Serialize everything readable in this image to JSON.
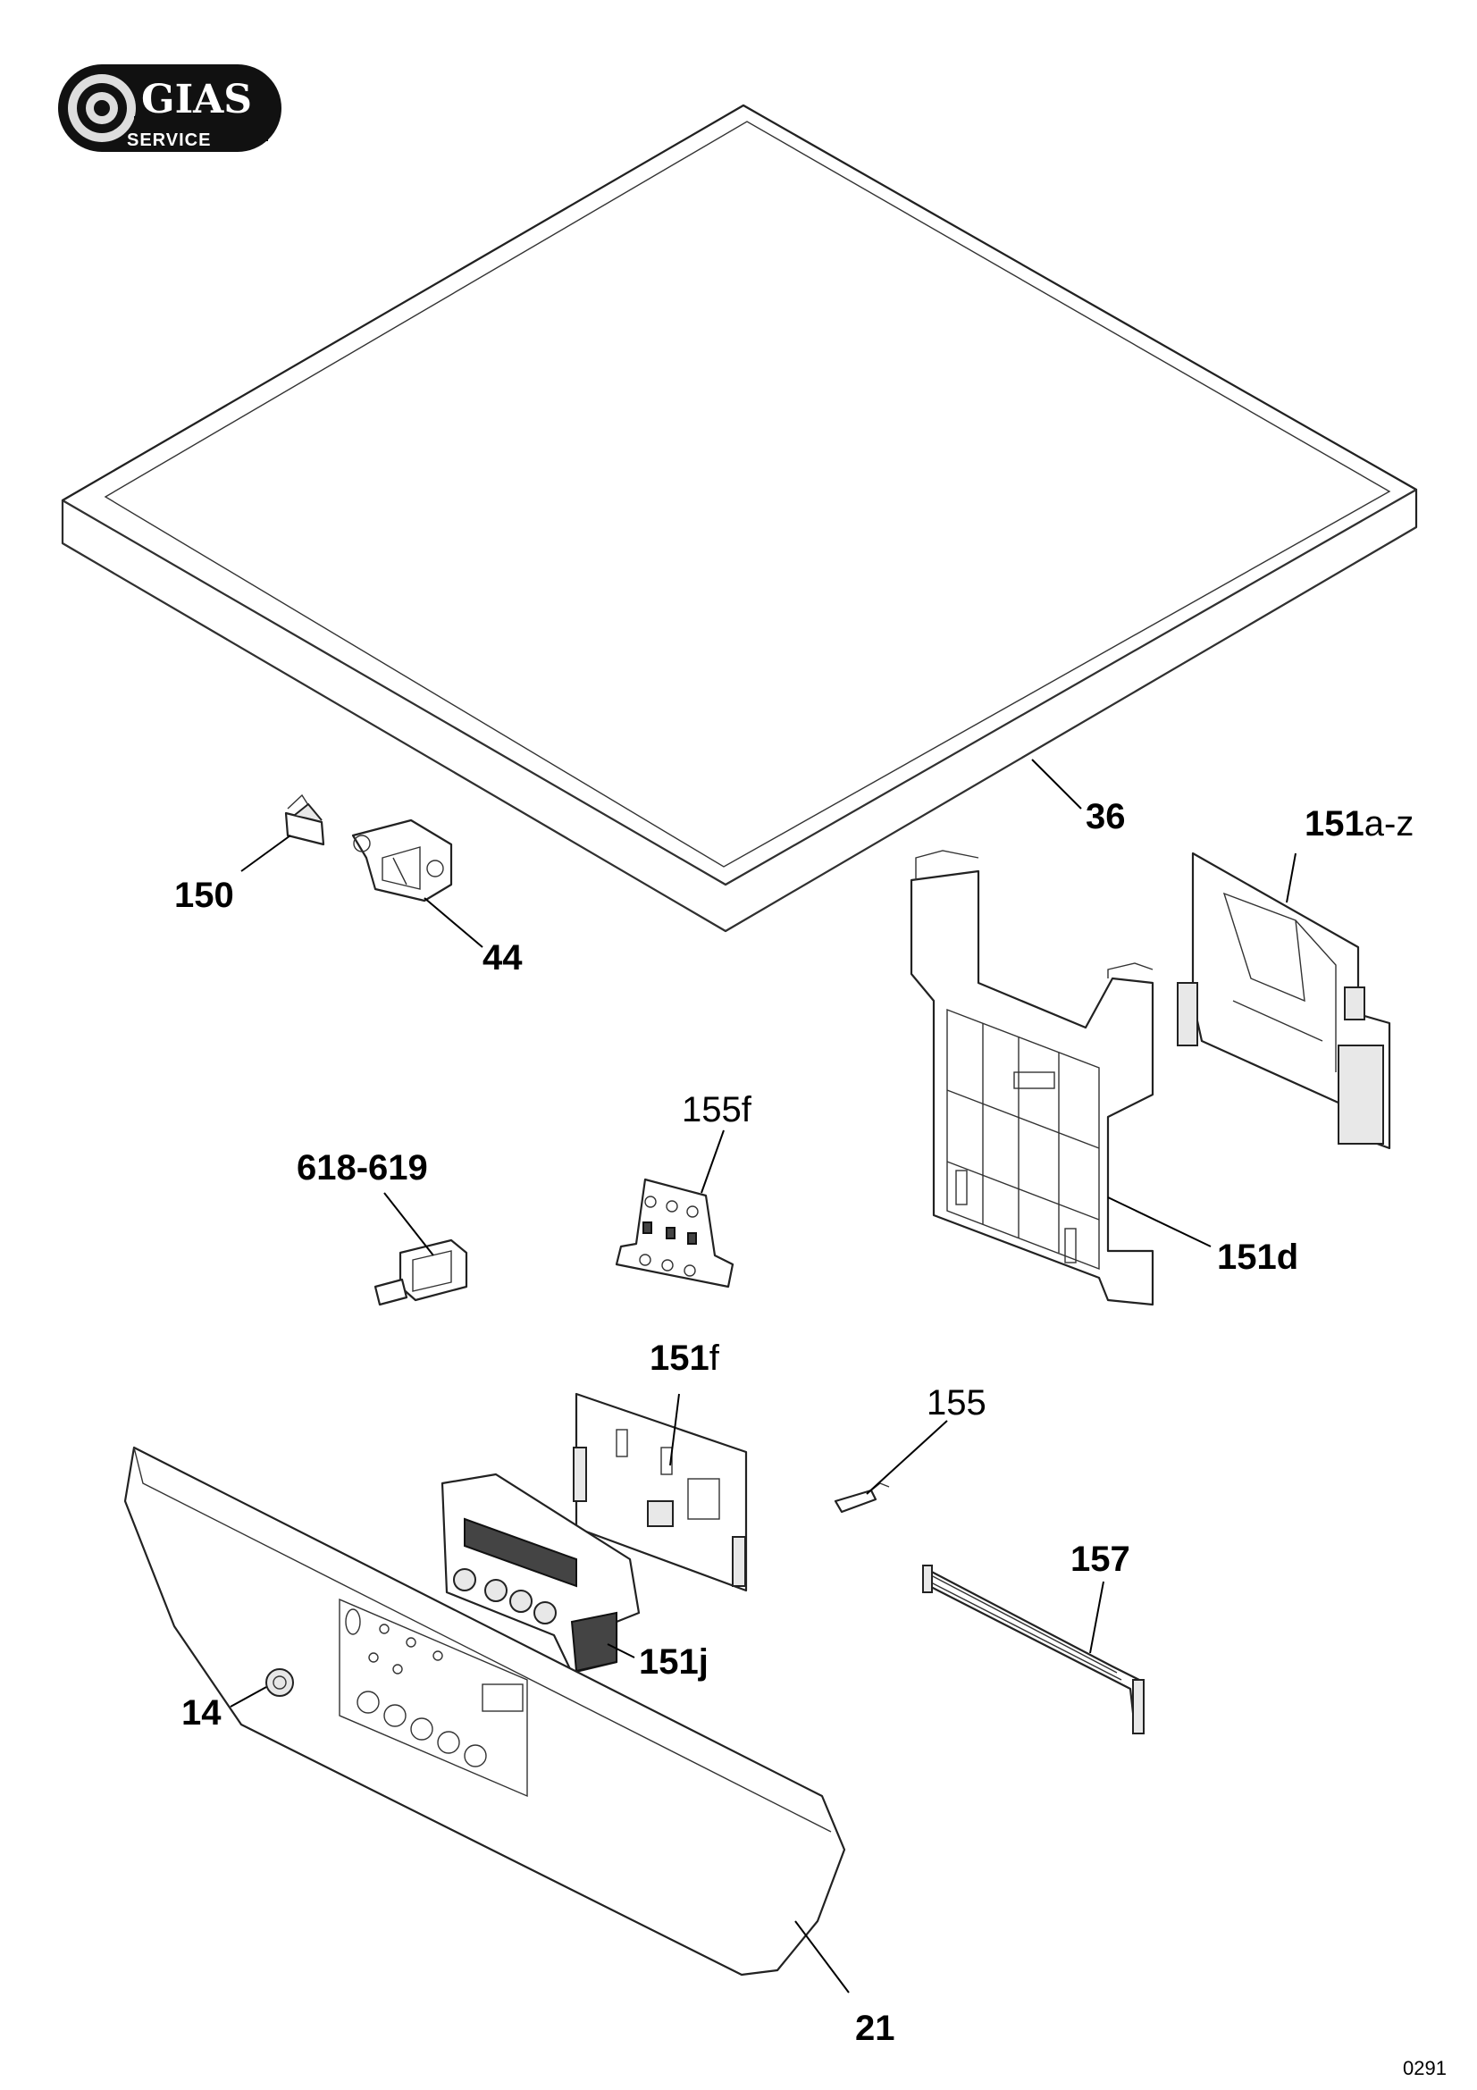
{
  "logo": {
    "brand": "GIAS",
    "subtitle": "SERVICE"
  },
  "page_code": "0291",
  "callouts": {
    "c36": "36",
    "c151az_num": "151",
    "c151az_suffix": "a-z",
    "c150": "150",
    "c44": "44",
    "c155f": "155f",
    "c618": "618-619",
    "c151d": "151d",
    "c151f_num": "151",
    "c151f_suffix": "f",
    "c155": "155",
    "c157": "157",
    "c151j": "151j",
    "c14": "14",
    "c21": "21"
  }
}
